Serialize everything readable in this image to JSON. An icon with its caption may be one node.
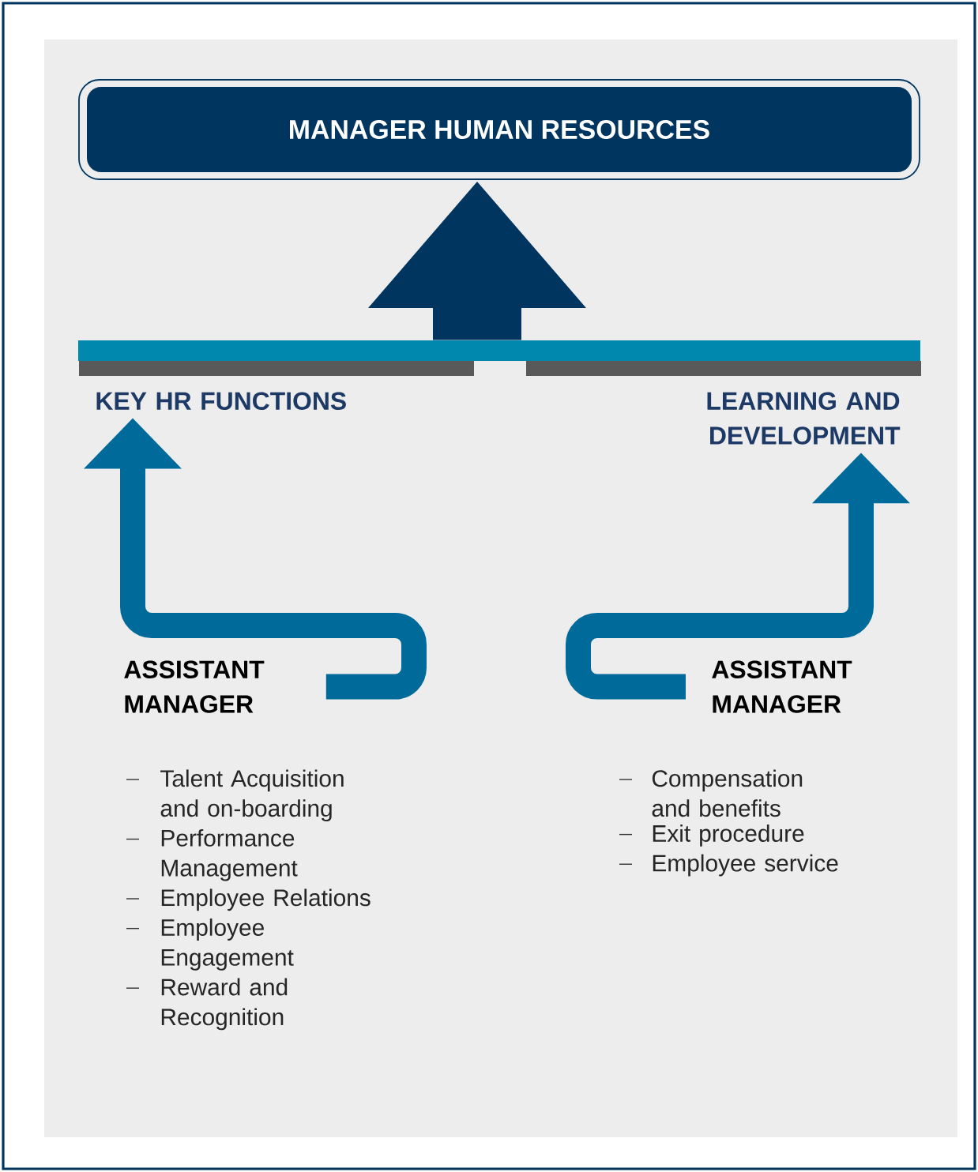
{
  "diagram": {
    "nodes": [
      {
        "text": [
          "MANAGER HUMAN RESOURCES"
        ]
      },
      {
        "text": [],
        "shape": "bar"
      },
      {
        "text": [
          "KEY HR FUNCTIONS"
        ]
      },
      {
        "text": [
          "LEARNING AND DEVELOPMENT"
        ]
      },
      {
        "text": [
          "ASSISTANT MANAGER"
        ],
        "beside": [
          "Talent Acquisition and on-boarding",
          "Performance Management",
          "Employee Relations",
          "Employee Engagement",
          "Reward and Recognition"
        ]
      },
      {
        "text": [
          "ASSISTANT MANAGER"
        ],
        "beside": [
          "Compensation and benefits",
          "Exit procedure",
          "Employee service"
        ]
      }
    ],
    "edges": [
      {
        "from": 1,
        "to": 0,
        "arrow": "to",
        "style": "thick",
        "color": "#003560"
      },
      {
        "from": 4,
        "to": 2,
        "arrow": "to"
      },
      {
        "from": 5,
        "to": 3,
        "arrow": "to"
      }
    ]
  }
}
